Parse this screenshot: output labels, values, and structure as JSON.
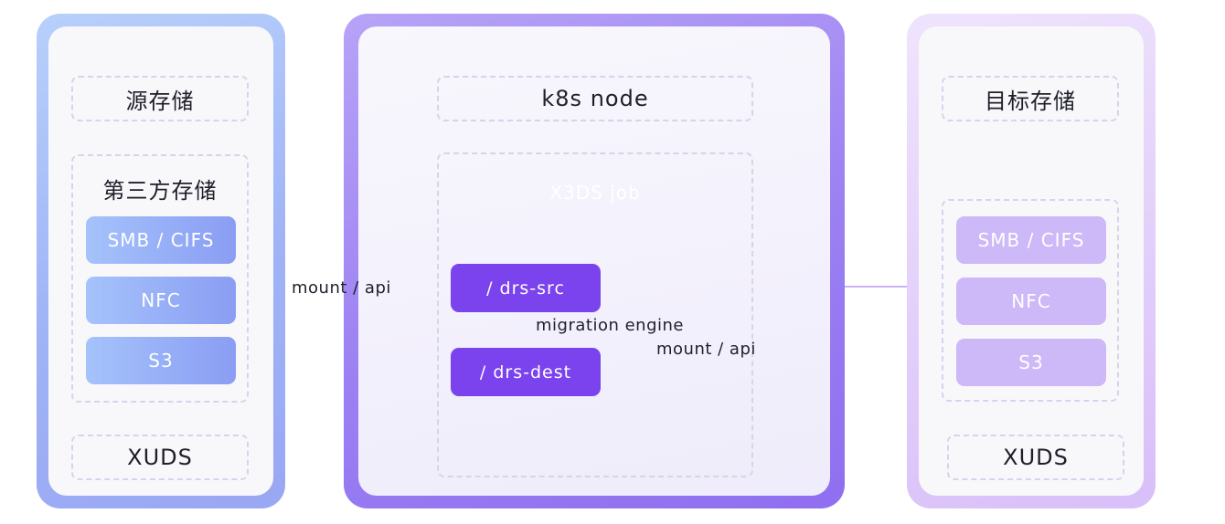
{
  "source": {
    "title": "源存储",
    "group_title": "第三方存储",
    "items": [
      "SMB / CIFS",
      "NFC",
      "S3"
    ],
    "footer": "XUDS"
  },
  "node": {
    "title": "k8s node",
    "job_title": "X3DS job",
    "src_block": "/ drs-src",
    "dest_block": "/ drs-dest",
    "engine_label": "migration engine"
  },
  "target": {
    "title": "目标存储",
    "items": [
      "SMB / CIFS",
      "NFC",
      "S3"
    ],
    "footer": "XUDS"
  },
  "edges": {
    "left_label": "mount / api",
    "right_label": "mount / api"
  },
  "colors": {
    "source_accent": "#8a9df3",
    "node_accent": "#7b43ee",
    "target_accent": "#cdb8f8"
  }
}
